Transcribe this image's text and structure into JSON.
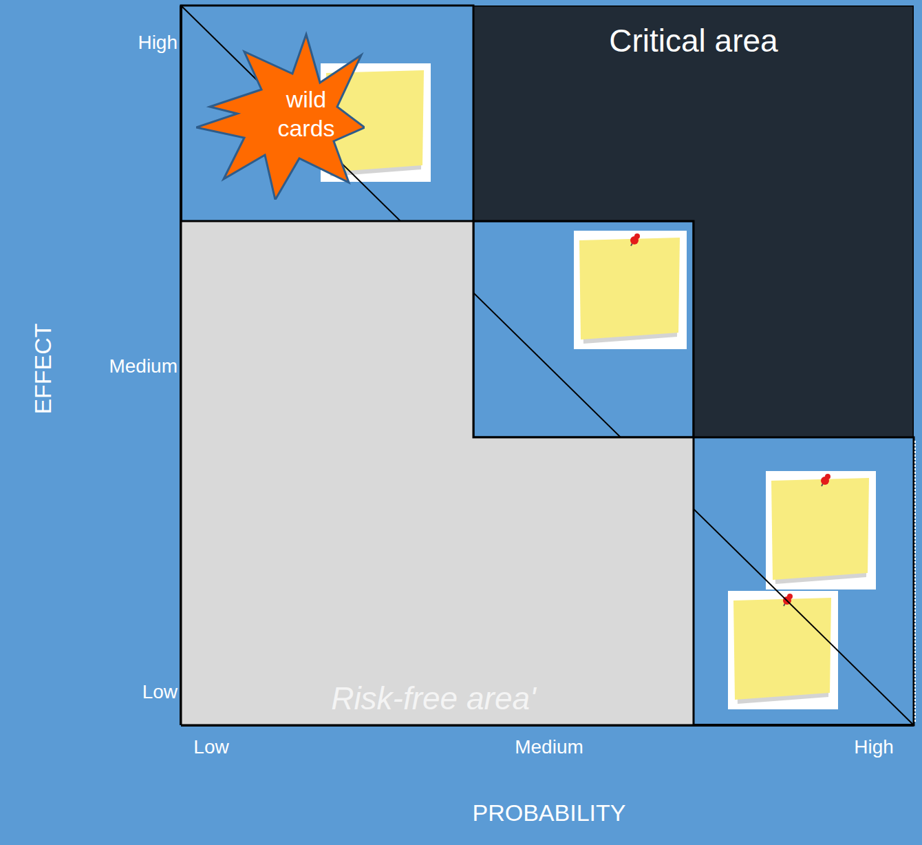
{
  "diagram": {
    "nodes": [
      {
        "text": [
          "Critical area"
        ]
      },
      {
        "text": [
          "wild cards"
        ]
      },
      {
        "text": [
          "Risk-free area'"
        ]
      }
    ],
    "labels": [
      "High",
      "Medium",
      "Low",
      "Low",
      "Medium",
      "High",
      "EFFECT",
      "PROBABILITY"
    ]
  }
}
